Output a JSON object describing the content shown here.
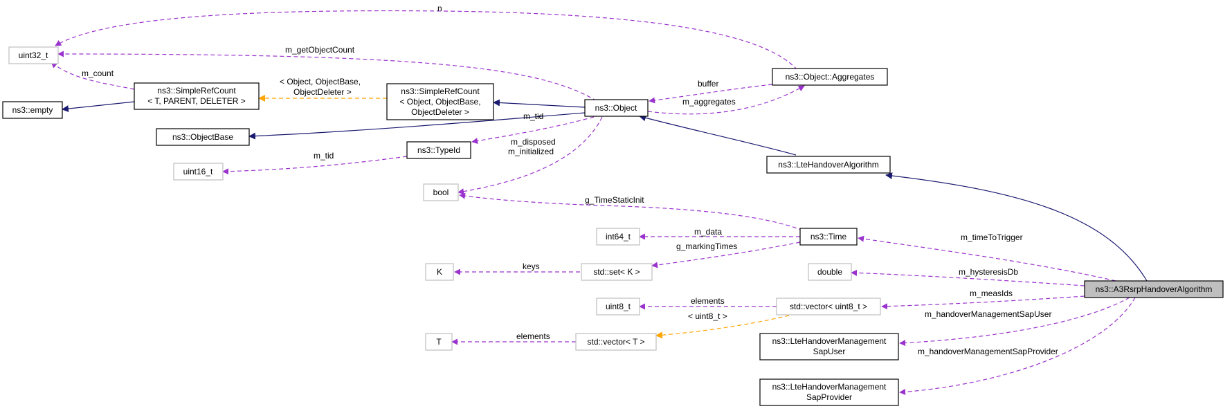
{
  "nodes": {
    "uint32": "uint32_t",
    "empty": "ns3::empty",
    "srcGeneric_l1": "ns3::SimpleRefCount",
    "srcGeneric_l2": "< T, PARENT, DELETER >",
    "objectbase": "ns3::ObjectBase",
    "uint16": "uint16_t",
    "srcObj_l1": "ns3::SimpleRefCount",
    "srcObj_l2": "< Object, ObjectBase,",
    "srcObj_l3": "ObjectDeleter >",
    "typeid": "ns3::TypeId",
    "bool": "bool",
    "object": "ns3::Object",
    "aggregates": "ns3::Object::Aggregates",
    "lteHandover": "ns3::LteHandoverAlgorithm",
    "int64": "int64_t",
    "time": "ns3::Time",
    "K": "K",
    "setK": "std::set< K >",
    "double": "double",
    "uint8": "uint8_t",
    "vecU8": "std::vector< uint8_t >",
    "T": "T",
    "vecT": "std::vector< T >",
    "sapUser_l1": "ns3::LteHandoverManagement",
    "sapUser_l2": "SapUser",
    "sapProv_l1": "ns3::LteHandoverManagement",
    "sapProv_l2": "SapProvider",
    "a3rsrp": "ns3::A3RsrpHandoverAlgorithm"
  },
  "edge_labels": {
    "n": "n",
    "m_getObjectCount": "m_getObjectCount",
    "m_count": "m_count",
    "tmpl1_l1": "< Object, ObjectBase,",
    "tmpl1_l2": "ObjectDeleter >",
    "buffer": "buffer",
    "m_aggregates": "m_aggregates",
    "m_tid_obj": "m_tid",
    "m_tid_u16": "m_tid",
    "m_disposed": "m_disposed",
    "m_initialized": "m_initialized",
    "g_TimeStaticInit": "g_TimeStaticInit",
    "m_data": "m_data",
    "g_markingTimes": "g_markingTimes",
    "keys": "keys",
    "m_timeToTrigger": "m_timeToTrigger",
    "m_hysteresisDb": "m_hysteresisDb",
    "m_measIds": "m_measIds",
    "elements_u8": "elements",
    "tmpl2": "< uint8_t >",
    "elements_T": "elements",
    "m_handoverManagementSapUser": "m_handoverManagementSapUser",
    "m_handoverManagementSapProvider": "m_handoverManagementSapProvider"
  },
  "colors": {
    "usage_edge": "#9a32cd",
    "inheritance_edge": "#191970",
    "template_edge": "#ffa500",
    "highlight_node": "#bfbfbf"
  }
}
